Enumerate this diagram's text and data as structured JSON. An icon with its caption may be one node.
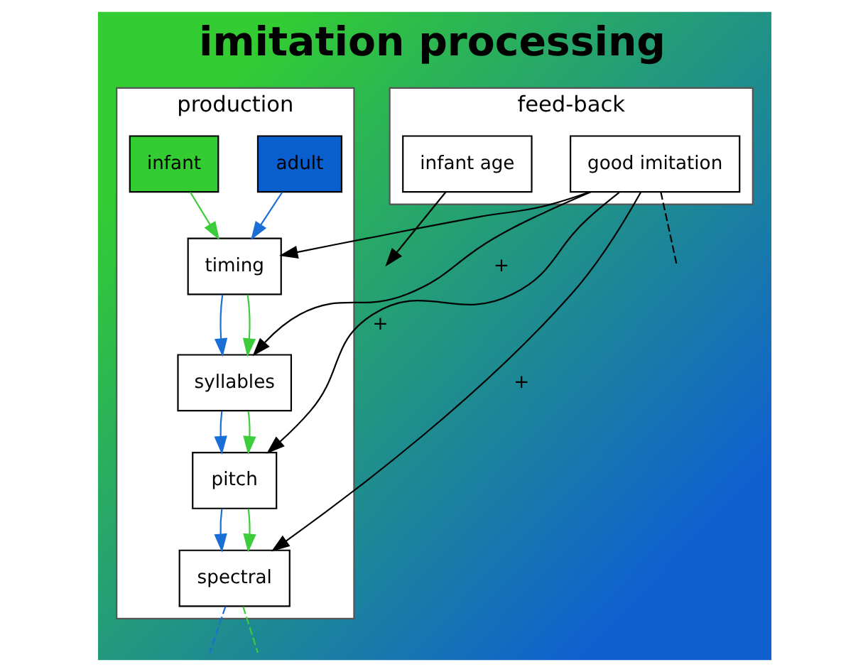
{
  "diagram": {
    "title": "imitation processing",
    "nodes": [
      {
        "text": [
          "production"
        ]
      },
      {
        "text": [
          "adult"
        ],
        "in": 0
      },
      {
        "text": [
          "infant"
        ],
        "in": 0
      },
      {
        "text": [
          "timing"
        ],
        "in": 0
      },
      {
        "text": [
          "syllables"
        ],
        "in": 0
      },
      {
        "text": [
          "pitch"
        ],
        "in": 0
      },
      {
        "text": [
          "spectral"
        ],
        "in": 0
      },
      {
        "text": [
          "feed-back"
        ]
      },
      {
        "text": [
          "infant age"
        ],
        "in": 7
      },
      {
        "text": [
          "good imitation"
        ],
        "in": 7
      }
    ],
    "edges": [
      {
        "from": 1,
        "to": 3,
        "arrow": "to",
        "color": "#1a6fd6"
      },
      {
        "from": 2,
        "to": 3,
        "arrow": "to",
        "color": "#3ccc3c"
      },
      {
        "from": 3,
        "to": 4,
        "arrow": "to",
        "color": "#1a6fd6"
      },
      {
        "from": 3,
        "to": 4,
        "arrow": "to",
        "color": "#3ccc3c"
      },
      {
        "from": 4,
        "to": 5,
        "arrow": "to",
        "color": "#1a6fd6"
      },
      {
        "from": 4,
        "to": 5,
        "arrow": "to",
        "color": "#3ccc3c"
      },
      {
        "from": 5,
        "to": 6,
        "arrow": "to",
        "color": "#1a6fd6"
      },
      {
        "from": 5,
        "to": 6,
        "arrow": "to",
        "color": "#3ccc3c"
      },
      {
        "from": 6,
        "to": null,
        "arrow": "none",
        "style": "dashed",
        "color": "#1a6fd6"
      },
      {
        "from": 6,
        "to": null,
        "arrow": "none",
        "style": "dashed",
        "color": "#3ccc3c"
      },
      {
        "from": 8,
        "to": null,
        "arrow": "to"
      },
      {
        "from": 9,
        "to": 3,
        "arrow": "to"
      },
      {
        "from": 9,
        "to": 4,
        "arrow": "to",
        "label": "+"
      },
      {
        "from": 9,
        "to": 5,
        "arrow": "to",
        "label": "+"
      },
      {
        "from": 9,
        "to": 6,
        "arrow": "to",
        "label": "+"
      },
      {
        "from": 9,
        "to": null,
        "arrow": "none",
        "style": "dashed"
      }
    ]
  }
}
